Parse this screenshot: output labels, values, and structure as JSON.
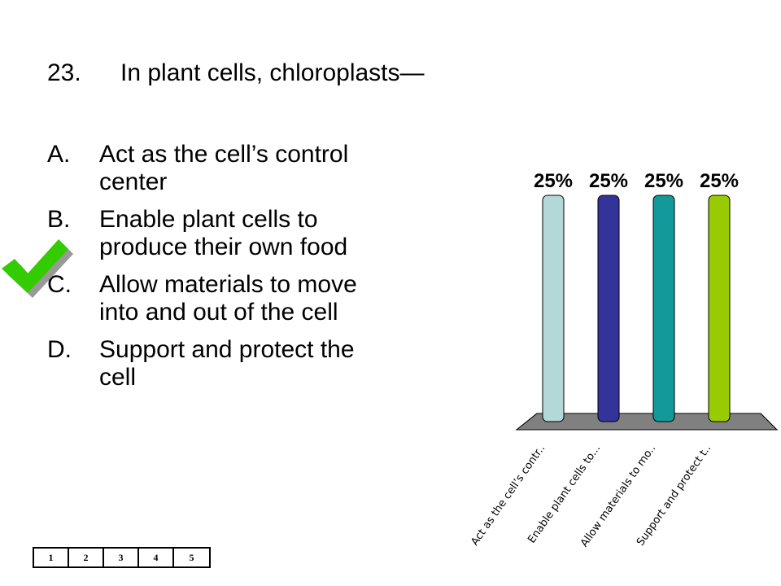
{
  "question": {
    "number": "23.",
    "text": "In plant cells, chloroplasts—"
  },
  "options": [
    {
      "letter": "A.",
      "text": "Act as the cell’s control center"
    },
    {
      "letter": "B.",
      "text": "Enable plant cells to produce their own food"
    },
    {
      "letter": "C.",
      "text": "Allow materials to move into and out of the cell"
    },
    {
      "letter": "D.",
      "text": "Support and protect the cell"
    }
  ],
  "correct_option_index": 1,
  "chart_data": {
    "type": "bar",
    "categories": [
      "Act as the cell’s contr..",
      "Enable plant cells to...",
      "Allow materials to mo..",
      "Support and protect t.."
    ],
    "values": [
      25,
      25,
      25,
      25
    ],
    "value_labels": [
      "25%",
      "25%",
      "25%",
      "25%"
    ],
    "colors": [
      "#b4d8d8",
      "#333399",
      "#14999a",
      "#99cc00"
    ],
    "ylim": [
      0,
      25
    ],
    "grid": false,
    "title": "",
    "xlabel": "",
    "ylabel": ""
  },
  "pager": {
    "pages": [
      "1",
      "2",
      "3",
      "4",
      "5"
    ]
  },
  "icons": {
    "check": "checkmark-icon"
  },
  "colors": {
    "check_fill": "#33cc00",
    "check_shadow": "#999999",
    "floor": "#808080"
  }
}
